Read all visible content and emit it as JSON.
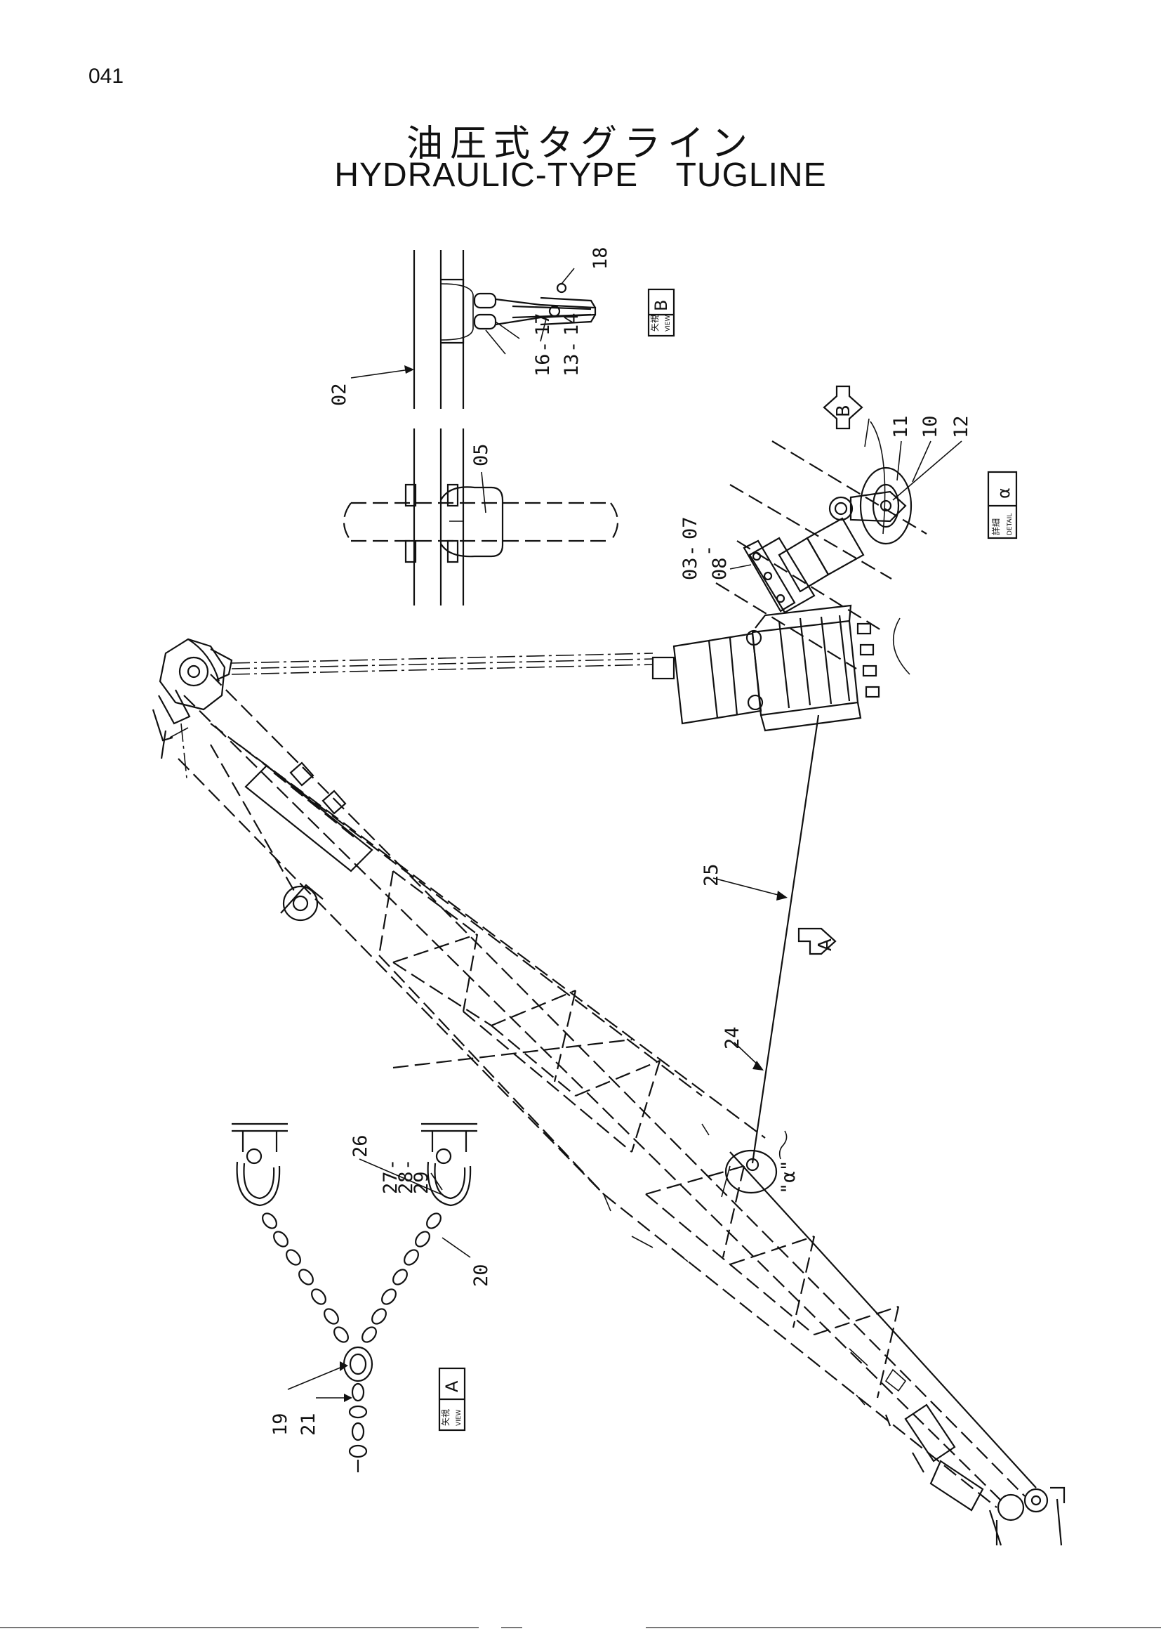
{
  "page": {
    "number": "041"
  },
  "title": {
    "japanese": "油圧式タグライン",
    "english": "HYDRAULIC-TYPE TUGLINE"
  },
  "part_numbers": {
    "p02": "02",
    "p03": "03",
    "p05": "05",
    "p07": "07",
    "p08": "08",
    "p10": "10",
    "p11": "11",
    "p12": "12",
    "p13": "13",
    "p14": "14",
    "p16": "16",
    "p17": "17",
    "p18": "18",
    "p19": "19",
    "p20": "20",
    "p21": "21",
    "p24": "24",
    "p25": "25",
    "p26": "26",
    "p27": "27",
    "p28": "28",
    "p29": "29"
  },
  "views": {
    "view_b": {
      "jp": "矢視",
      "en": "VIEW",
      "letter": "B"
    },
    "view_a": {
      "jp": "矢視",
      "en": "VIEW",
      "letter": "A"
    },
    "detail_a": {
      "jp": "詳細",
      "en": "DETAIL",
      "letter": "α"
    }
  },
  "markers": {
    "arrow_a": "A",
    "arrow_b": "B",
    "callout_a": "\"α\""
  },
  "colors": {
    "ink": "#111111",
    "paper": "#ffffff"
  }
}
